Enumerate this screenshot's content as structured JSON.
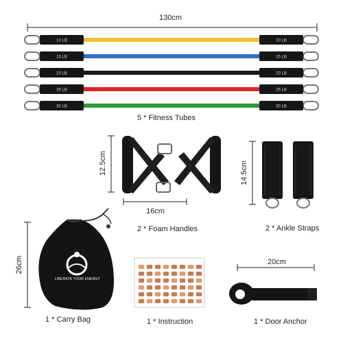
{
  "dimensions": {
    "tube_length": "130cm",
    "handle_height": "12.5cm",
    "handle_width": "16cm",
    "strap_height": "14.5cm",
    "bag_height": "26cm",
    "anchor_width": "20cm"
  },
  "tubes": {
    "caption": "5 * Fitness Tubes",
    "items": [
      {
        "color": "#f2c230",
        "left_label": "10 LB",
        "right_label": "10 LB"
      },
      {
        "color": "#2f6fc4",
        "left_label": "15 LB",
        "right_label": "15 LB"
      },
      {
        "color": "#1a1a1a",
        "left_label": "20 LB",
        "right_label": "20 LB"
      },
      {
        "color": "#d62a2a",
        "left_label": "25 LB",
        "right_label": "25 LB"
      },
      {
        "color": "#2c9a3a",
        "left_label": "30 LB",
        "right_label": "30 LB"
      }
    ]
  },
  "captions": {
    "handles": "2 * Foam Handles",
    "straps": "2 * Ankle Straps",
    "bag": "1 * Carry Bag",
    "instruction": "1 * Instruction",
    "anchor": "1 * Door Anchor"
  },
  "bag_print": "LIBERATE YOUR ENERGY"
}
